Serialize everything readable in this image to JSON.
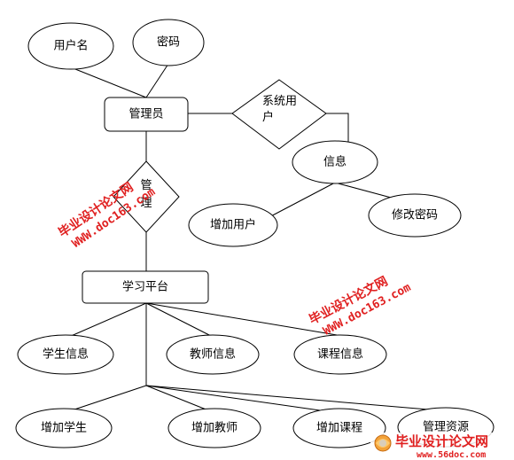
{
  "entities": {
    "username": "用户名",
    "password": "密码",
    "admin": "管理员",
    "system_user": "系统用户",
    "info": "信息",
    "add_user": "增加用户",
    "modify_password": "修改密码",
    "manage": "管理",
    "learning_platform": "学习平台",
    "student_info": "学生信息",
    "teacher_info": "教师信息",
    "course_info": "课程信息",
    "add_student": "增加学生",
    "add_teacher": "增加教师",
    "add_course": "增加课程",
    "manage_resources": "管理资源"
  },
  "watermarks": {
    "site_name": "毕业设计论文网",
    "site_url": "WWW.doc163.com"
  },
  "footer": {
    "brand": "毕业设计论文网",
    "url": "www.56doc.com"
  }
}
